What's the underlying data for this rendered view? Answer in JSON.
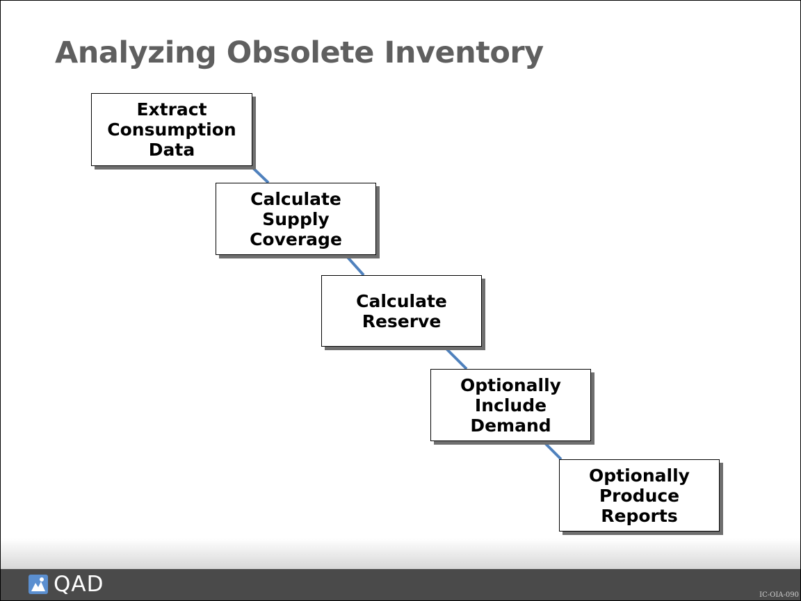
{
  "title": "Analyzing Obsolete Inventory",
  "steps": [
    {
      "label": "Extract\nConsumption\nData"
    },
    {
      "label": "Calculate\nSupply\nCoverage"
    },
    {
      "label": "Calculate\nReserve"
    },
    {
      "label": "Optionally\nInclude\nDemand"
    },
    {
      "label": "Optionally\nProduce\nReports"
    }
  ],
  "footer": {
    "logo_text": "QAD",
    "slide_code": "IC-OIA-090"
  },
  "colors": {
    "title": "#5f5f5f",
    "connector": "#4f81bd",
    "footer_bar": "#4a4a4a",
    "logo_blue": "#5b8fd0"
  }
}
